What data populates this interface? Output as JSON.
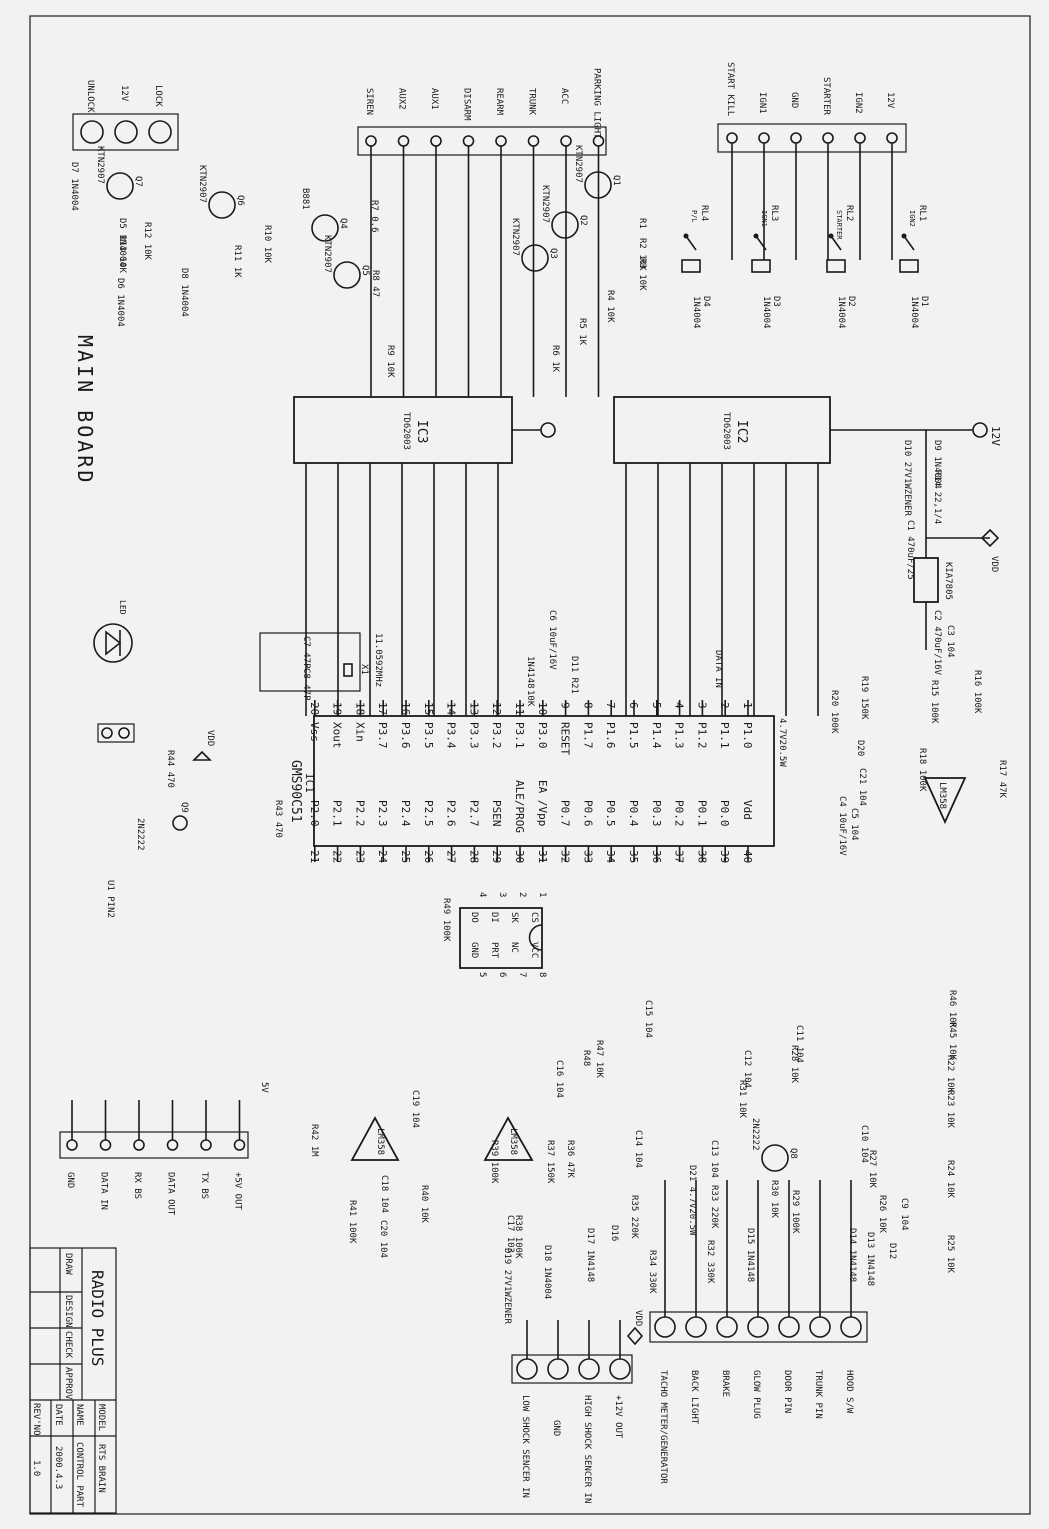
{
  "board_title": "MAIN BOARD",
  "title_block": {
    "company": "RADIO PLUS",
    "roles": [
      "DRAW",
      "DESIGN",
      "CHECK",
      "APPROV"
    ],
    "model_label": "MODEL",
    "model_value": "RTS BRAIN",
    "name_label": "NAME",
    "name_value": "CONTROL PART",
    "date_label": "DATE",
    "date_value": "2000.4.3",
    "rev_label": "REV'NO",
    "rev_value": "1.0"
  },
  "connectors": {
    "lock": [
      "UNLOCK",
      "12V",
      "LOCK"
    ],
    "outputs": [
      "SIREN",
      "AUX2",
      "AUX1",
      "DISARM",
      "REARM",
      "TRUNK",
      "ACC",
      "PARKING LIGHT"
    ],
    "ignition": [
      "START KILL",
      "IGN1",
      "GND",
      "STARTER",
      "IGN2",
      "12V"
    ],
    "serial": [
      "GND",
      "DATA IN",
      "RX BS",
      "DATA OUT",
      "TX BS",
      "+5V OUT"
    ],
    "shock": [
      "LOW SHOCK SENCER IN",
      "GND",
      "HIGH SHOCK SENCER IN",
      "+12V OUT"
    ],
    "inputs": [
      "TACHO METER/GENERATOR",
      "BACK LIGHT",
      "BRAKE",
      "GLOW PLUG",
      "DOOR PIN",
      "TRUNK PIN",
      "HOOD S/W"
    ]
  },
  "mcu": {
    "ref": "IC1",
    "part": "GMS90C51",
    "left_pins": [
      {
        "n": "1",
        "name": "P1.0"
      },
      {
        "n": "2",
        "name": "P1.1"
      },
      {
        "n": "3",
        "name": "P1.2"
      },
      {
        "n": "4",
        "name": "P1.3"
      },
      {
        "n": "5",
        "name": "P1.4"
      },
      {
        "n": "6",
        "name": "P1.5"
      },
      {
        "n": "7",
        "name": "P1.6"
      },
      {
        "n": "8",
        "name": "P1.7"
      },
      {
        "n": "9",
        "name": "RESET"
      },
      {
        "n": "10",
        "name": "P3.0"
      },
      {
        "n": "11",
        "name": "P3.1"
      },
      {
        "n": "12",
        "name": "P3.2"
      },
      {
        "n": "13",
        "name": "P3.3"
      },
      {
        "n": "14",
        "name": "P3.4"
      },
      {
        "n": "15",
        "name": "P3.5"
      },
      {
        "n": "16",
        "name": "P3.6"
      },
      {
        "n": "17",
        "name": "P3.7"
      },
      {
        "n": "18",
        "name": "Xin"
      },
      {
        "n": "19",
        "name": "Xout"
      },
      {
        "n": "20",
        "name": "Vss"
      }
    ],
    "right_pins": [
      {
        "n": "40",
        "name": "Vdd"
      },
      {
        "n": "39",
        "name": "P0.0"
      },
      {
        "n": "38",
        "name": "P0.1"
      },
      {
        "n": "37",
        "name": "P0.2"
      },
      {
        "n": "36",
        "name": "P0.3"
      },
      {
        "n": "35",
        "name": "P0.4"
      },
      {
        "n": "34",
        "name": "P0.5"
      },
      {
        "n": "33",
        "name": "P0.6"
      },
      {
        "n": "32",
        "name": "P0.7"
      },
      {
        "n": "31",
        "name": "EA /Vpp"
      },
      {
        "n": "30",
        "name": "ALE/PROG"
      },
      {
        "n": "29",
        "name": "PSEN"
      },
      {
        "n": "28",
        "name": "P2.7"
      },
      {
        "n": "27",
        "name": "P2.6"
      },
      {
        "n": "26",
        "name": "P2.5"
      },
      {
        "n": "25",
        "name": "P2.4"
      },
      {
        "n": "24",
        "name": "P2.3"
      },
      {
        "n": "23",
        "name": "P2.2"
      },
      {
        "n": "22",
        "name": "P2.1"
      },
      {
        "n": "21",
        "name": "P2.0"
      }
    ]
  },
  "drivers": [
    {
      "ref": "IC3",
      "part": "TD62003"
    },
    {
      "ref": "IC2",
      "part": "TD62003"
    }
  ],
  "eeprom": {
    "pins": [
      {
        "n": "1",
        "name": "CS"
      },
      {
        "n": "2",
        "name": "SK"
      },
      {
        "n": "3",
        "name": "DI"
      },
      {
        "n": "4",
        "name": "DO"
      },
      {
        "n": "5",
        "name": "GND"
      },
      {
        "n": "6",
        "name": "PRT"
      },
      {
        "n": "7",
        "name": "NC"
      },
      {
        "n": "8",
        "name": "VCC"
      }
    ]
  },
  "relays": [
    {
      "ref": "RL4",
      "func": "P/L",
      "diode": "D4",
      "part": "1N4004"
    },
    {
      "ref": "RL3",
      "func": "IGN1",
      "diode": "D3",
      "part": "1N4004"
    },
    {
      "ref": "RL2",
      "func": "STARTER",
      "diode": "D2",
      "part": "1N4004"
    },
    {
      "ref": "RL1",
      "func": "IGN2",
      "diode": "D1",
      "part": "1N4004"
    }
  ],
  "transistors": [
    {
      "ref": "Q1",
      "part": "KTN2907"
    },
    {
      "ref": "Q2",
      "part": "KTN2907"
    },
    {
      "ref": "Q3",
      "part": "KTN2907"
    },
    {
      "ref": "Q4",
      "part": "B881"
    },
    {
      "ref": "Q5",
      "part": "KTN2907"
    },
    {
      "ref": "Q6",
      "part": "KTN2907"
    },
    {
      "ref": "Q7",
      "part": "KTN2907"
    },
    {
      "ref": "Q8",
      "part": "2N2222"
    },
    {
      "ref": "Q9",
      "part": "2N2222"
    }
  ],
  "resistors": [
    {
      "ref": "R1",
      "value": ""
    },
    {
      "ref": "R2",
      "value": "10K"
    },
    {
      "ref": "R3",
      "value": "10K"
    },
    {
      "ref": "R4",
      "value": "10K"
    },
    {
      "ref": "R5",
      "value": "1K"
    },
    {
      "ref": "R6",
      "value": "1K"
    },
    {
      "ref": "R7",
      "value": "0.6"
    },
    {
      "ref": "R8",
      "value": "47"
    },
    {
      "ref": "R9",
      "value": "10K"
    },
    {
      "ref": "R10",
      "value": "10K"
    },
    {
      "ref": "R11",
      "value": "1K"
    },
    {
      "ref": "R12",
      "value": "10K"
    },
    {
      "ref": "R13",
      "value": "10K"
    },
    {
      "ref": "R14",
      "value": "22,1/4"
    },
    {
      "ref": "R15",
      "value": "100K"
    },
    {
      "ref": "R16",
      "value": "100K"
    },
    {
      "ref": "R17",
      "value": "47K"
    },
    {
      "ref": "R18",
      "value": "100K"
    },
    {
      "ref": "R19",
      "value": "150K"
    },
    {
      "ref": "R20",
      "value": "100K"
    },
    {
      "ref": "R21",
      "value": "10K"
    },
    {
      "ref": "R22",
      "value": "10K"
    },
    {
      "ref": "R23",
      "value": "10K"
    },
    {
      "ref": "R24",
      "value": "10K"
    },
    {
      "ref": "R25",
      "value": "10K"
    },
    {
      "ref": "R26",
      "value": "10K"
    },
    {
      "ref": "R27",
      "value": "10K"
    },
    {
      "ref": "R28",
      "value": "10K"
    },
    {
      "ref": "R29",
      "value": "100K"
    },
    {
      "ref": "R30",
      "value": "10K"
    },
    {
      "ref": "R31",
      "value": "10K"
    },
    {
      "ref": "R32",
      "value": "330K"
    },
    {
      "ref": "R33",
      "value": "220K"
    },
    {
      "ref": "R34",
      "value": "330K"
    },
    {
      "ref": "R35",
      "value": "220K"
    },
    {
      "ref": "R36",
      "value": "47K"
    },
    {
      "ref": "R37",
      "value": "150K"
    },
    {
      "ref": "R38",
      "value": "100K"
    },
    {
      "ref": "R39",
      "value": "100K"
    },
    {
      "ref": "R40",
      "value": "10K"
    },
    {
      "ref": "R41",
      "value": "100K"
    },
    {
      "ref": "R42",
      "value": "1M"
    },
    {
      "ref": "R43",
      "value": "470"
    },
    {
      "ref": "R44",
      "value": "470"
    },
    {
      "ref": "R45",
      "value": "10K"
    },
    {
      "ref": "R46",
      "value": "10K"
    },
    {
      "ref": "R47",
      "value": "10K"
    },
    {
      "ref": "R48",
      "value": ""
    },
    {
      "ref": "R49",
      "value": "100K"
    }
  ],
  "capacitors": [
    {
      "ref": "C1",
      "value": "470uF/25"
    },
    {
      "ref": "C2",
      "value": "470uF/16V"
    },
    {
      "ref": "C3",
      "value": "104"
    },
    {
      "ref": "C4",
      "value": "10uF/16V"
    },
    {
      "ref": "C5",
      "value": "104"
    },
    {
      "ref": "C6",
      "value": "10uF/16V"
    },
    {
      "ref": "C7",
      "value": "47P"
    },
    {
      "ref": "C8",
      "value": "47P"
    },
    {
      "ref": "C9",
      "value": "104"
    },
    {
      "ref": "C10",
      "value": "104"
    },
    {
      "ref": "C11",
      "value": "104"
    },
    {
      "ref": "C12",
      "value": "104"
    },
    {
      "ref": "C13",
      "value": "104"
    },
    {
      "ref": "C14",
      "value": "104"
    },
    {
      "ref": "C15",
      "value": "104"
    },
    {
      "ref": "C16",
      "value": "104"
    },
    {
      "ref": "C17",
      "value": "103"
    },
    {
      "ref": "C18",
      "value": "104"
    },
    {
      "ref": "C19",
      "value": "104"
    },
    {
      "ref": "C20",
      "value": "104"
    },
    {
      "ref": "C21",
      "value": "104"
    }
  ],
  "diodes_misc": [
    {
      "ref": "D5",
      "part": "1N4004"
    },
    {
      "ref": "D6",
      "part": "1N4004"
    },
    {
      "ref": "D7",
      "part": "1N4004"
    },
    {
      "ref": "D8",
      "part": "1N4004"
    },
    {
      "ref": "D9",
      "part": "1N4004"
    },
    {
      "ref": "D10",
      "part": "27V1WZENER"
    },
    {
      "ref": "D11",
      "part": "1N4148"
    },
    {
      "ref": "D12",
      "part": ""
    },
    {
      "ref": "D13",
      "part": "1N4148"
    },
    {
      "ref": "D14",
      "part": "1N4148"
    },
    {
      "ref": "D15",
      "part": "1N4148"
    },
    {
      "ref": "D16",
      "part": ""
    },
    {
      "ref": "D17",
      "part": "1N4148"
    },
    {
      "ref": "D18",
      "part": "1N4004"
    },
    {
      "ref": "D19",
      "part": "27V1WZENER"
    },
    {
      "ref": "D20",
      "part": "4.7V20.5W"
    },
    {
      "ref": "D21",
      "part": "4.7V20.5W"
    }
  ],
  "misc": {
    "crystal_ref": "X1",
    "crystal_value": "11.0592MHz",
    "regulator": "KIA7805",
    "opamp": "LM358",
    "led": "LED",
    "vdd": "VDD",
    "v12": "12V",
    "v5": "5V",
    "data_in": "DATA IN",
    "u1_pin2": "U1 PIN2"
  }
}
